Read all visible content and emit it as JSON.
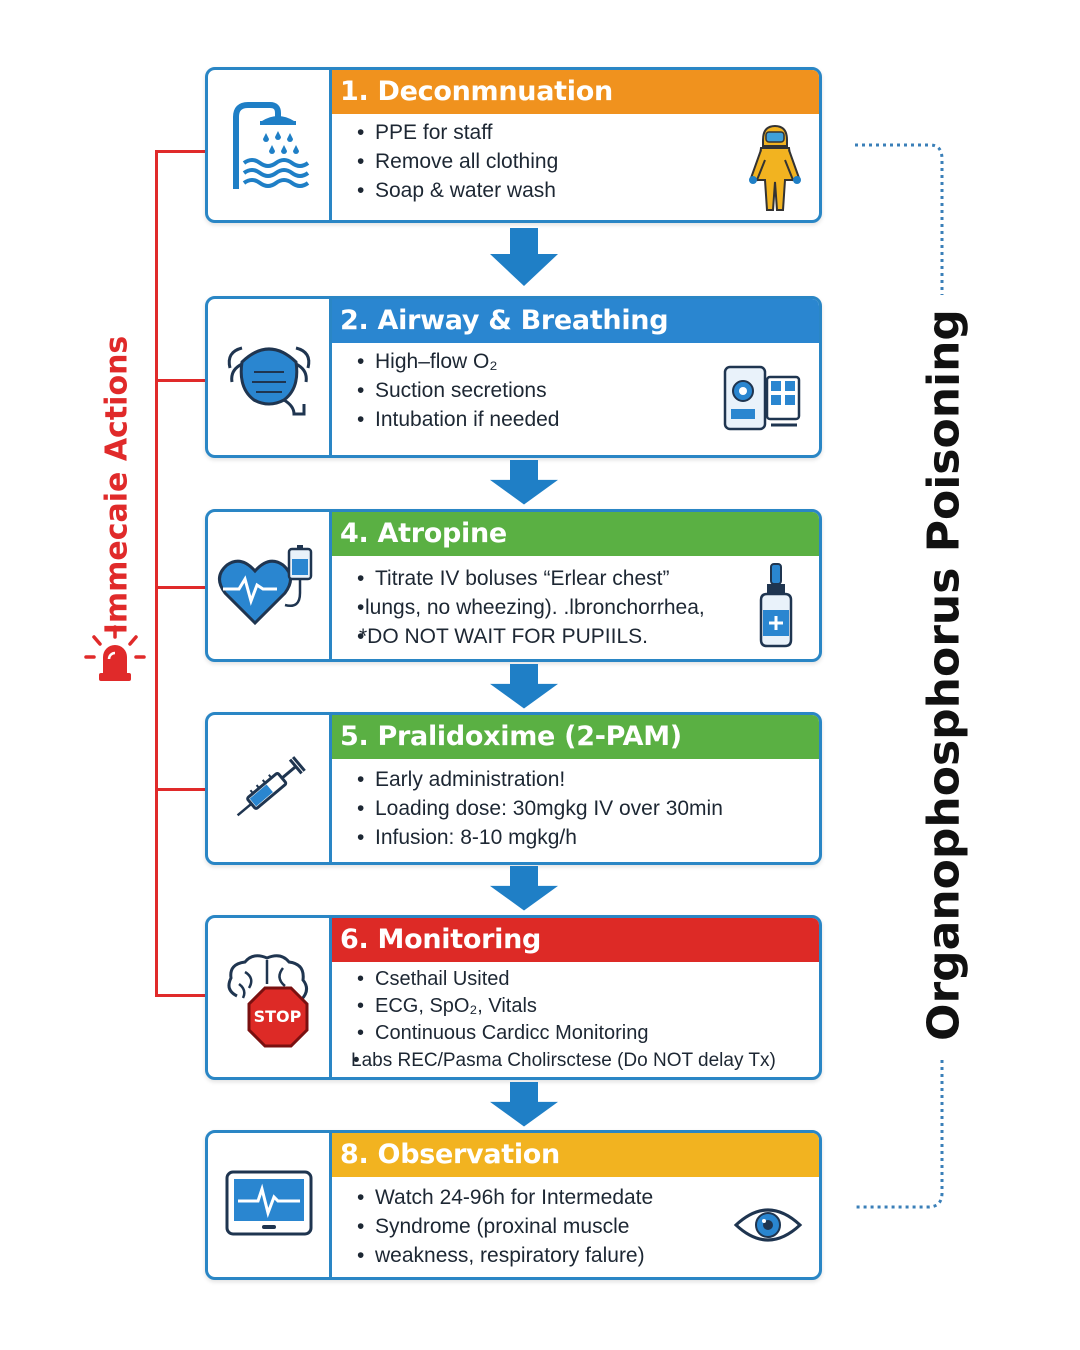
{
  "side_labels": {
    "left": "Immecaie Actions",
    "right": "Organophosphorus Poisoning"
  },
  "colors": {
    "frame_blue": "#2a86c5",
    "arrow_blue": "#1f7fc6",
    "red": "#e02a2a"
  },
  "steps": [
    {
      "title": "1. Deconmnuation",
      "color": "#f0921e",
      "icon": "shower-icon",
      "right_icon": "hazmat-suit-icon",
      "lines": [
        "PPE for staff",
        "Remove all clothing",
        "Soap & water wash"
      ]
    },
    {
      "title": "2. Airway & Breathing",
      "color": "#2a86d0",
      "icon": "oxygen-mask-icon",
      "right_icon": "ventilator-icon",
      "lines": [
        "High–flow O₂",
        "Suction secretions",
        "Intubation if needed"
      ]
    },
    {
      "title": "4. Atropine",
      "color": "#5ab043",
      "icon": "heart-iv-icon",
      "right_icon": "vial-icon",
      "lines": [
        "Titrate IV boluses “Erlear chest”",
        "lungs, no wheezing). .lbronchorrhea,",
        "*DO NOT WAIT FOR PUPIILS."
      ]
    },
    {
      "title": "5. Pralidoxime (2-PAM)",
      "color": "#5ab043",
      "icon": "syringe-icon",
      "lines": [
        "Early administration!",
        "Loading dose: 30mgkg IV over 30min",
        "Infusion: 8-10 mgkg/h"
      ]
    },
    {
      "title": "6. Monitoring",
      "color": "#dd2a26",
      "icon": "brain-stop-icon",
      "stop_text": "STOP",
      "lines": [
        "Csethail Usited",
        "ECG, SpO₂, Vitals",
        "Continuous Cardicc Monitoring",
        "Labs REC/Pasma Cholirsctese (Do NOT delay Tx)"
      ]
    },
    {
      "title": "8. Observation",
      "color": "#f2b320",
      "icon": "monitor-icon",
      "right_icon": "eye-icon",
      "lines": [
        "Watch 24-96h for Intermedate",
        "Syndrome (proxinal muscle",
        "weakness, respiratory falure)"
      ]
    }
  ]
}
